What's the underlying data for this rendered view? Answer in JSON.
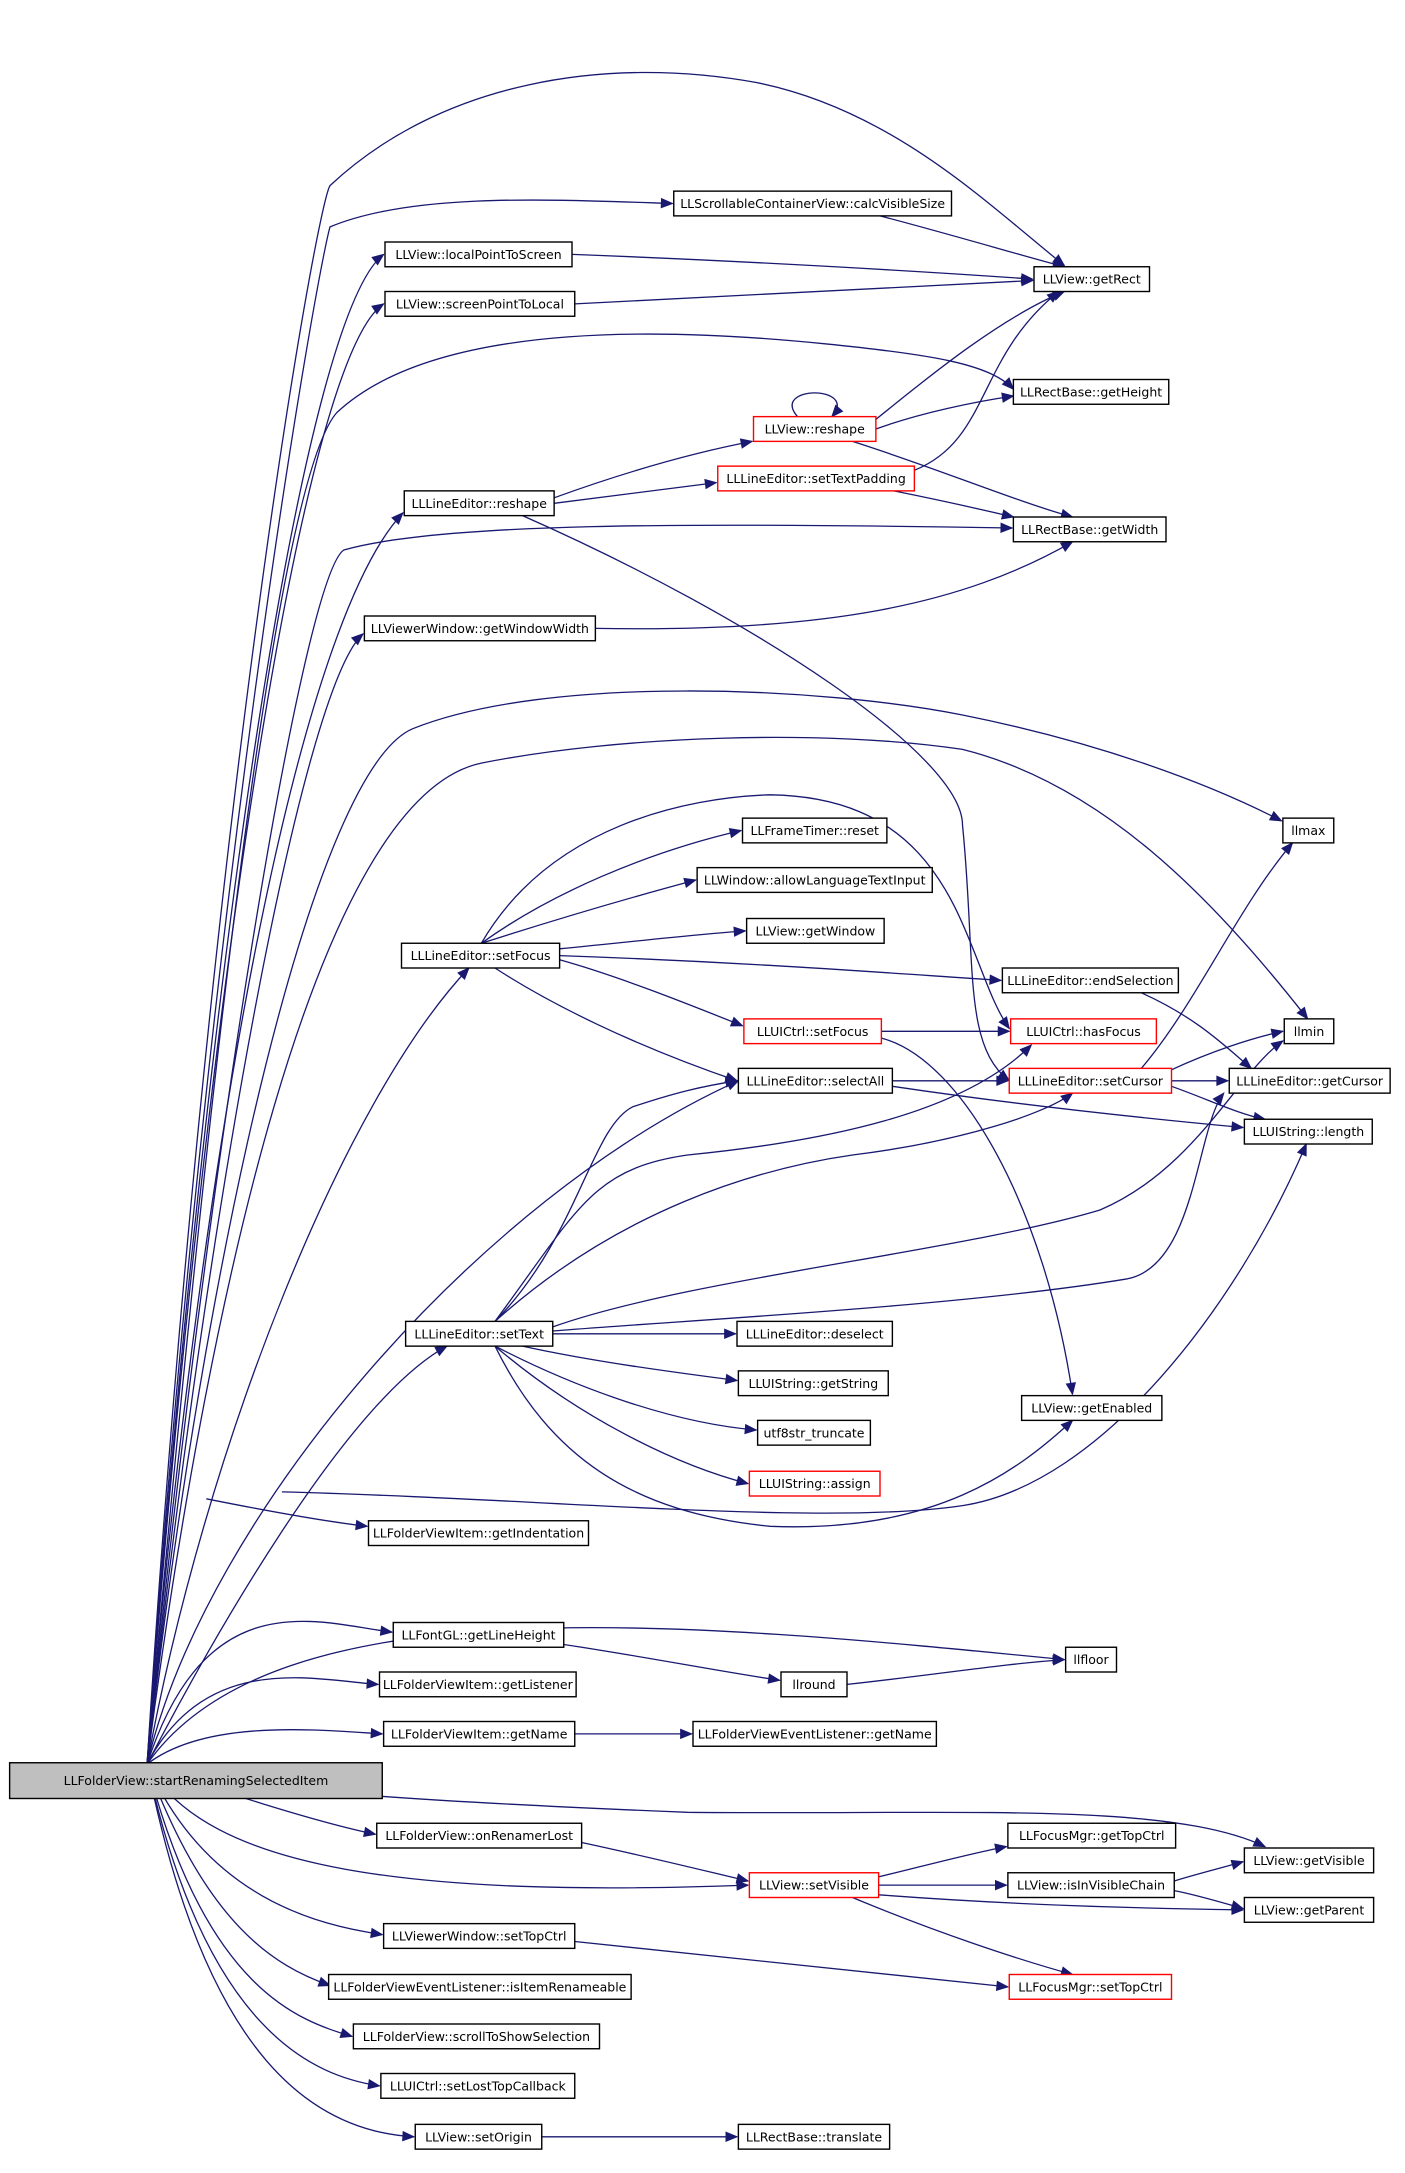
{
  "nodes": [
    {
      "id": "root",
      "label": "LLFolderView::startRenamingSelectedItem",
      "style": "root"
    },
    {
      "id": "calcVisibleSize",
      "label": "LLScrollableContainerView::calcVisibleSize",
      "style": "normal"
    },
    {
      "id": "localPointToScreen",
      "label": "LLView::localPointToScreen",
      "style": "normal"
    },
    {
      "id": "getRect",
      "label": "LLView::getRect",
      "style": "normal"
    },
    {
      "id": "screenPointToLocal",
      "label": "LLView::screenPointToLocal",
      "style": "normal"
    },
    {
      "id": "getHeight",
      "label": "LLRectBase::getHeight",
      "style": "normal"
    },
    {
      "id": "reshapeView",
      "label": "LLView::reshape",
      "style": "red"
    },
    {
      "id": "setTextPadding",
      "label": "LLLineEditor::setTextPadding",
      "style": "red"
    },
    {
      "id": "reshapeLE",
      "label": "LLLineEditor::reshape",
      "style": "normal"
    },
    {
      "id": "getWidth",
      "label": "LLRectBase::getWidth",
      "style": "normal"
    },
    {
      "id": "getWindowWidth",
      "label": "LLViewerWindow::getWindowWidth",
      "style": "normal"
    },
    {
      "id": "frameReset",
      "label": "LLFrameTimer::reset",
      "style": "normal"
    },
    {
      "id": "llmax",
      "label": "llmax",
      "style": "normal"
    },
    {
      "id": "allowLang",
      "label": "LLWindow::allowLanguageTextInput",
      "style": "normal"
    },
    {
      "id": "getWindow",
      "label": "LLView::getWindow",
      "style": "normal"
    },
    {
      "id": "setFocusLE",
      "label": "LLLineEditor::setFocus",
      "style": "normal"
    },
    {
      "id": "endSelection",
      "label": "LLLineEditor::endSelection",
      "style": "normal"
    },
    {
      "id": "setFocusUI",
      "label": "LLUICtrl::setFocus",
      "style": "red"
    },
    {
      "id": "hasFocus",
      "label": "LLUICtrl::hasFocus",
      "style": "red"
    },
    {
      "id": "llmin",
      "label": "llmin",
      "style": "normal"
    },
    {
      "id": "selectAll",
      "label": "LLLineEditor::selectAll",
      "style": "normal"
    },
    {
      "id": "setCursor",
      "label": "LLLineEditor::setCursor",
      "style": "red"
    },
    {
      "id": "getCursor",
      "label": "LLLineEditor::getCursor",
      "style": "normal"
    },
    {
      "id": "strLength",
      "label": "LLUIString::length",
      "style": "normal"
    },
    {
      "id": "setText",
      "label": "LLLineEditor::setText",
      "style": "normal"
    },
    {
      "id": "deselect",
      "label": "LLLineEditor::deselect",
      "style": "normal"
    },
    {
      "id": "getString",
      "label": "LLUIString::getString",
      "style": "normal"
    },
    {
      "id": "getEnabled",
      "label": "LLView::getEnabled",
      "style": "normal"
    },
    {
      "id": "utf8trunc",
      "label": "utf8str_truncate",
      "style": "normal"
    },
    {
      "id": "assign",
      "label": "LLUIString::assign",
      "style": "red"
    },
    {
      "id": "getIndentation",
      "label": "LLFolderViewItem::getIndentation",
      "style": "normal"
    },
    {
      "id": "getLineHeight",
      "label": "LLFontGL::getLineHeight",
      "style": "normal"
    },
    {
      "id": "llfloor",
      "label": "llfloor",
      "style": "normal"
    },
    {
      "id": "getListener",
      "label": "LLFolderViewItem::getListener",
      "style": "normal"
    },
    {
      "id": "llround",
      "label": "llround",
      "style": "normal"
    },
    {
      "id": "getNameItem",
      "label": "LLFolderViewItem::getName",
      "style": "normal"
    },
    {
      "id": "getNameListener",
      "label": "LLFolderViewEventListener::getName",
      "style": "normal"
    },
    {
      "id": "getTopCtrl",
      "label": "LLFocusMgr::getTopCtrl",
      "style": "normal"
    },
    {
      "id": "onRenamerLost",
      "label": "LLFolderView::onRenamerLost",
      "style": "normal"
    },
    {
      "id": "getVisible",
      "label": "LLView::getVisible",
      "style": "normal"
    },
    {
      "id": "setVisible",
      "label": "LLView::setVisible",
      "style": "red"
    },
    {
      "id": "isInVisibleChain",
      "label": "LLView::isInVisibleChain",
      "style": "normal"
    },
    {
      "id": "getParent",
      "label": "LLView::getParent",
      "style": "normal"
    },
    {
      "id": "setTopCtrlVW",
      "label": "LLViewerWindow::setTopCtrl",
      "style": "normal"
    },
    {
      "id": "setTopCtrlFM",
      "label": "LLFocusMgr::setTopCtrl",
      "style": "red"
    },
    {
      "id": "isItemRenameable",
      "label": "LLFolderViewEventListener::isItemRenameable",
      "style": "normal"
    },
    {
      "id": "scrollToShow",
      "label": "LLFolderView::scrollToShowSelection",
      "style": "normal"
    },
    {
      "id": "setLostTop",
      "label": "LLUICtrl::setLostTopCallback",
      "style": "normal"
    },
    {
      "id": "setOrigin",
      "label": "LLView::setOrigin",
      "style": "normal"
    },
    {
      "id": "translate",
      "label": "LLRectBase::translate",
      "style": "normal"
    }
  ],
  "edges": [
    [
      "root",
      "getRect"
    ],
    [
      "root",
      "calcVisibleSize"
    ],
    [
      "root",
      "localPointToScreen"
    ],
    [
      "root",
      "screenPointToLocal"
    ],
    [
      "root",
      "getHeight"
    ],
    [
      "root",
      "reshapeLE"
    ],
    [
      "root",
      "getWidth"
    ],
    [
      "root",
      "getWindowWidth"
    ],
    [
      "root",
      "llmax"
    ],
    [
      "root",
      "llmin"
    ],
    [
      "root",
      "setFocusLE"
    ],
    [
      "root",
      "selectAll"
    ],
    [
      "root",
      "setText"
    ],
    [
      "root",
      "strLength"
    ],
    [
      "root",
      "getIndentation"
    ],
    [
      "root",
      "llfloor"
    ],
    [
      "root",
      "getLineHeight"
    ],
    [
      "root",
      "getListener"
    ],
    [
      "root",
      "getNameItem"
    ],
    [
      "root",
      "getVisible"
    ],
    [
      "root",
      "onRenamerLost"
    ],
    [
      "root",
      "setVisible"
    ],
    [
      "root",
      "setTopCtrlVW"
    ],
    [
      "root",
      "isItemRenameable"
    ],
    [
      "root",
      "scrollToShow"
    ],
    [
      "root",
      "setLostTop"
    ],
    [
      "root",
      "setOrigin"
    ],
    [
      "calcVisibleSize",
      "getRect"
    ],
    [
      "localPointToScreen",
      "getRect"
    ],
    [
      "screenPointToLocal",
      "getRect"
    ],
    [
      "reshapeView",
      "getRect"
    ],
    [
      "reshapeView",
      "getHeight"
    ],
    [
      "reshapeView",
      "getWidth"
    ],
    [
      "reshapeView",
      "reshapeView"
    ],
    [
      "setTextPadding",
      "getRect"
    ],
    [
      "setTextPadding",
      "getWidth"
    ],
    [
      "reshapeLE",
      "reshapeView"
    ],
    [
      "reshapeLE",
      "setTextPadding"
    ],
    [
      "reshapeLE",
      "setCursor"
    ],
    [
      "getWindowWidth",
      "getWidth"
    ],
    [
      "setFocusLE",
      "frameReset"
    ],
    [
      "setFocusLE",
      "allowLang"
    ],
    [
      "setFocusLE",
      "getWindow"
    ],
    [
      "setFocusLE",
      "endSelection"
    ],
    [
      "setFocusLE",
      "setFocusUI"
    ],
    [
      "setFocusLE",
      "hasFocus"
    ],
    [
      "setFocusLE",
      "selectAll"
    ],
    [
      "endSelection",
      "getCursor"
    ],
    [
      "setFocusUI",
      "hasFocus"
    ],
    [
      "setFocusUI",
      "getEnabled"
    ],
    [
      "selectAll",
      "setCursor"
    ],
    [
      "selectAll",
      "strLength"
    ],
    [
      "setCursor",
      "llmax"
    ],
    [
      "setCursor",
      "llmin"
    ],
    [
      "setCursor",
      "getCursor"
    ],
    [
      "setCursor",
      "strLength"
    ],
    [
      "setText",
      "selectAll"
    ],
    [
      "setText",
      "hasFocus"
    ],
    [
      "setText",
      "setCursor"
    ],
    [
      "setText",
      "llmin"
    ],
    [
      "setText",
      "getCursor"
    ],
    [
      "setText",
      "deselect"
    ],
    [
      "setText",
      "getString"
    ],
    [
      "setText",
      "utf8trunc"
    ],
    [
      "setText",
      "assign"
    ],
    [
      "setText",
      "getEnabled"
    ],
    [
      "getLineHeight",
      "llround"
    ],
    [
      "llround",
      "llfloor"
    ],
    [
      "getNameItem",
      "getNameListener"
    ],
    [
      "onRenamerLost",
      "setVisible"
    ],
    [
      "setVisible",
      "getTopCtrl"
    ],
    [
      "setVisible",
      "isInVisibleChain"
    ],
    [
      "setVisible",
      "getParent"
    ],
    [
      "setVisible",
      "setTopCtrlFM"
    ],
    [
      "isInVisibleChain",
      "getVisible"
    ],
    [
      "isInVisibleChain",
      "getParent"
    ],
    [
      "setTopCtrlVW",
      "setTopCtrlFM"
    ],
    [
      "setOrigin",
      "translate"
    ]
  ]
}
